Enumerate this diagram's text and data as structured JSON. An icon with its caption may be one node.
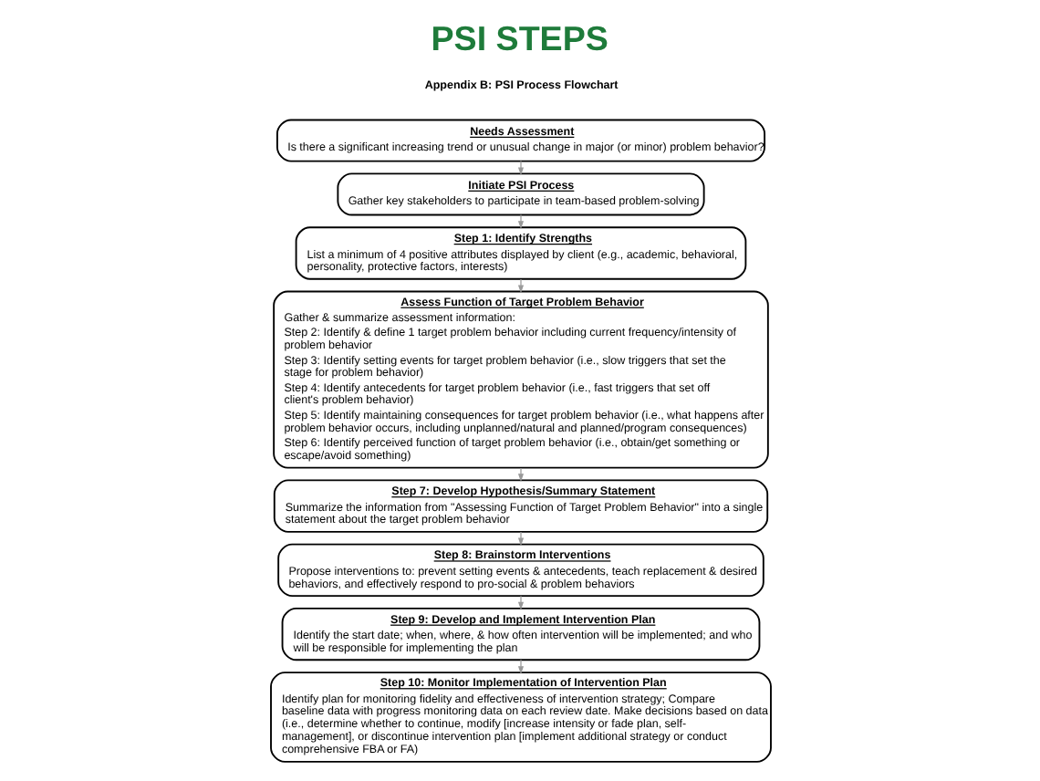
{
  "diagram": {
    "title": "PSI STEPS",
    "nodes": [
      {
        "text": [
          "Needs Assessment",
          "Is there a significant increasing trend or unusual change in major (or minor) problem behavior?"
        ]
      },
      {
        "text": [
          "Initiate PSI Process",
          "Gather key stakeholders to participate in team-based problem-solving"
        ]
      },
      {
        "text": [
          "Step 1: Identify Strengths",
          "List a minimum of 4 positive attributes displayed by client (e.g., academic, behavioral, personality, protective factors, interests)"
        ]
      },
      {
        "text": [
          "Assess Function of Target Problem Behavior",
          "Gather & summarize assessment information:",
          "Step 2: Identify & define 1 target problem behavior including current frequency/intensity of problem behavior",
          "Step 3: Identify setting events for target problem behavior (i.e., slow triggers that set the stage for problem behavior)",
          "Step 4: Identify antecedents for target problem behavior (i.e., fast triggers that set off client's problem behavior)",
          "Step 5: Identify maintaining consequences for target problem behavior (i.e., what happens after problem behavior occurs, including unplanned/natural and planned/program consequences)",
          "Step 6: Identify perceived function of target problem behavior (i.e., obtain/get something or escape/avoid something)"
        ]
      },
      {
        "text": [
          "Step 7: Develop Hypothesis/Summary Statement",
          "Summarize the information from \"Assessing Function of Target Problem Behavior\" into a single statement about the target problem behavior"
        ]
      },
      {
        "text": [
          "Step 8: Brainstorm Interventions",
          "Propose interventions to: prevent setting events & antecedents, teach replacement & desired behaviors, and effectively respond to pro-social & problem behaviors"
        ]
      },
      {
        "text": [
          "Step 9: Develop and Implement Intervention Plan",
          "Identify the start date; when, where, & how often intervention will be implemented; and who will be responsible for implementing the plan"
        ]
      },
      {
        "text": [
          "Step 10: Monitor Implementation of Intervention Plan",
          "Identify plan for monitoring fidelity and effectiveness of intervention strategy; Compare baseline data with progress monitoring data on each review date. Make decisions based on data (i.e., determine whether to continue, modify [increase intensity or fade plan, self-management], or discontinue intervention plan [implement additional strategy or conduct comprehensive FBA or FA)"
        ]
      }
    ],
    "edges": [
      {
        "from": 0,
        "to": 1,
        "arrow": "to"
      },
      {
        "from": 1,
        "to": 2,
        "arrow": "to"
      },
      {
        "from": 2,
        "to": 3,
        "arrow": "to"
      },
      {
        "from": 3,
        "to": 4,
        "arrow": "to"
      },
      {
        "from": 4,
        "to": 5,
        "arrow": "to"
      },
      {
        "from": 5,
        "to": 6,
        "arrow": "to"
      },
      {
        "from": 6,
        "to": 7,
        "arrow": "to"
      }
    ],
    "labels": [
      "Appendix B: PSI Process Flowchart"
    ]
  }
}
